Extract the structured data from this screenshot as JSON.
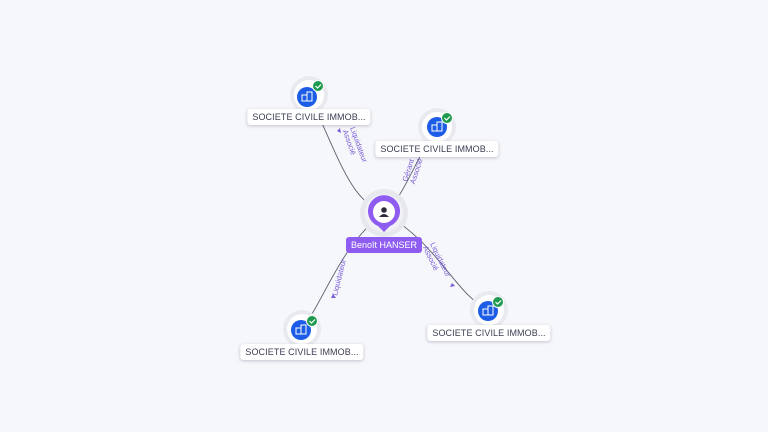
{
  "center": {
    "name": "Benoît HANSER",
    "icon": "person-icon",
    "color": "#8e5cf0"
  },
  "companies": [
    {
      "id": "c1",
      "name": "SOCIETE CIVILE IMMOB...",
      "relation": [
        "Liquidateur",
        "Associé"
      ],
      "icon": "building-icon",
      "badge": "verified-check-icon"
    },
    {
      "id": "c2",
      "name": "SOCIETE CIVILE IMMOB...",
      "relation": [
        "Gérant",
        "Associé"
      ],
      "icon": "building-icon",
      "badge": "verified-check-icon"
    },
    {
      "id": "c3",
      "name": "SOCIETE CIVILE IMMOB...",
      "relation": [
        "Liquidateur"
      ],
      "icon": "building-icon",
      "badge": "verified-check-icon"
    },
    {
      "id": "c4",
      "name": "SOCIETE CIVILE IMMOB...",
      "relation": [
        "Liquidateur",
        "Associé"
      ],
      "icon": "building-icon",
      "badge": "verified-check-icon"
    }
  ],
  "colors": {
    "company": "#1c5ce6",
    "badge": "#1f9a4e",
    "edge": "#5a5e70",
    "edge_label": "#7a5cd6"
  }
}
